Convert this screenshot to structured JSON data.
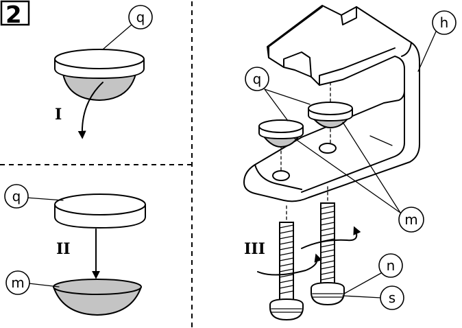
{
  "step_number": "2",
  "callouts": {
    "q_top": "q",
    "q_bottom": "q",
    "q_right": "q",
    "m_bottom": "m",
    "m_right": "m",
    "h": "h",
    "n": "n",
    "s": "s"
  },
  "stages": {
    "one": "I",
    "two": "II",
    "three": "III"
  }
}
